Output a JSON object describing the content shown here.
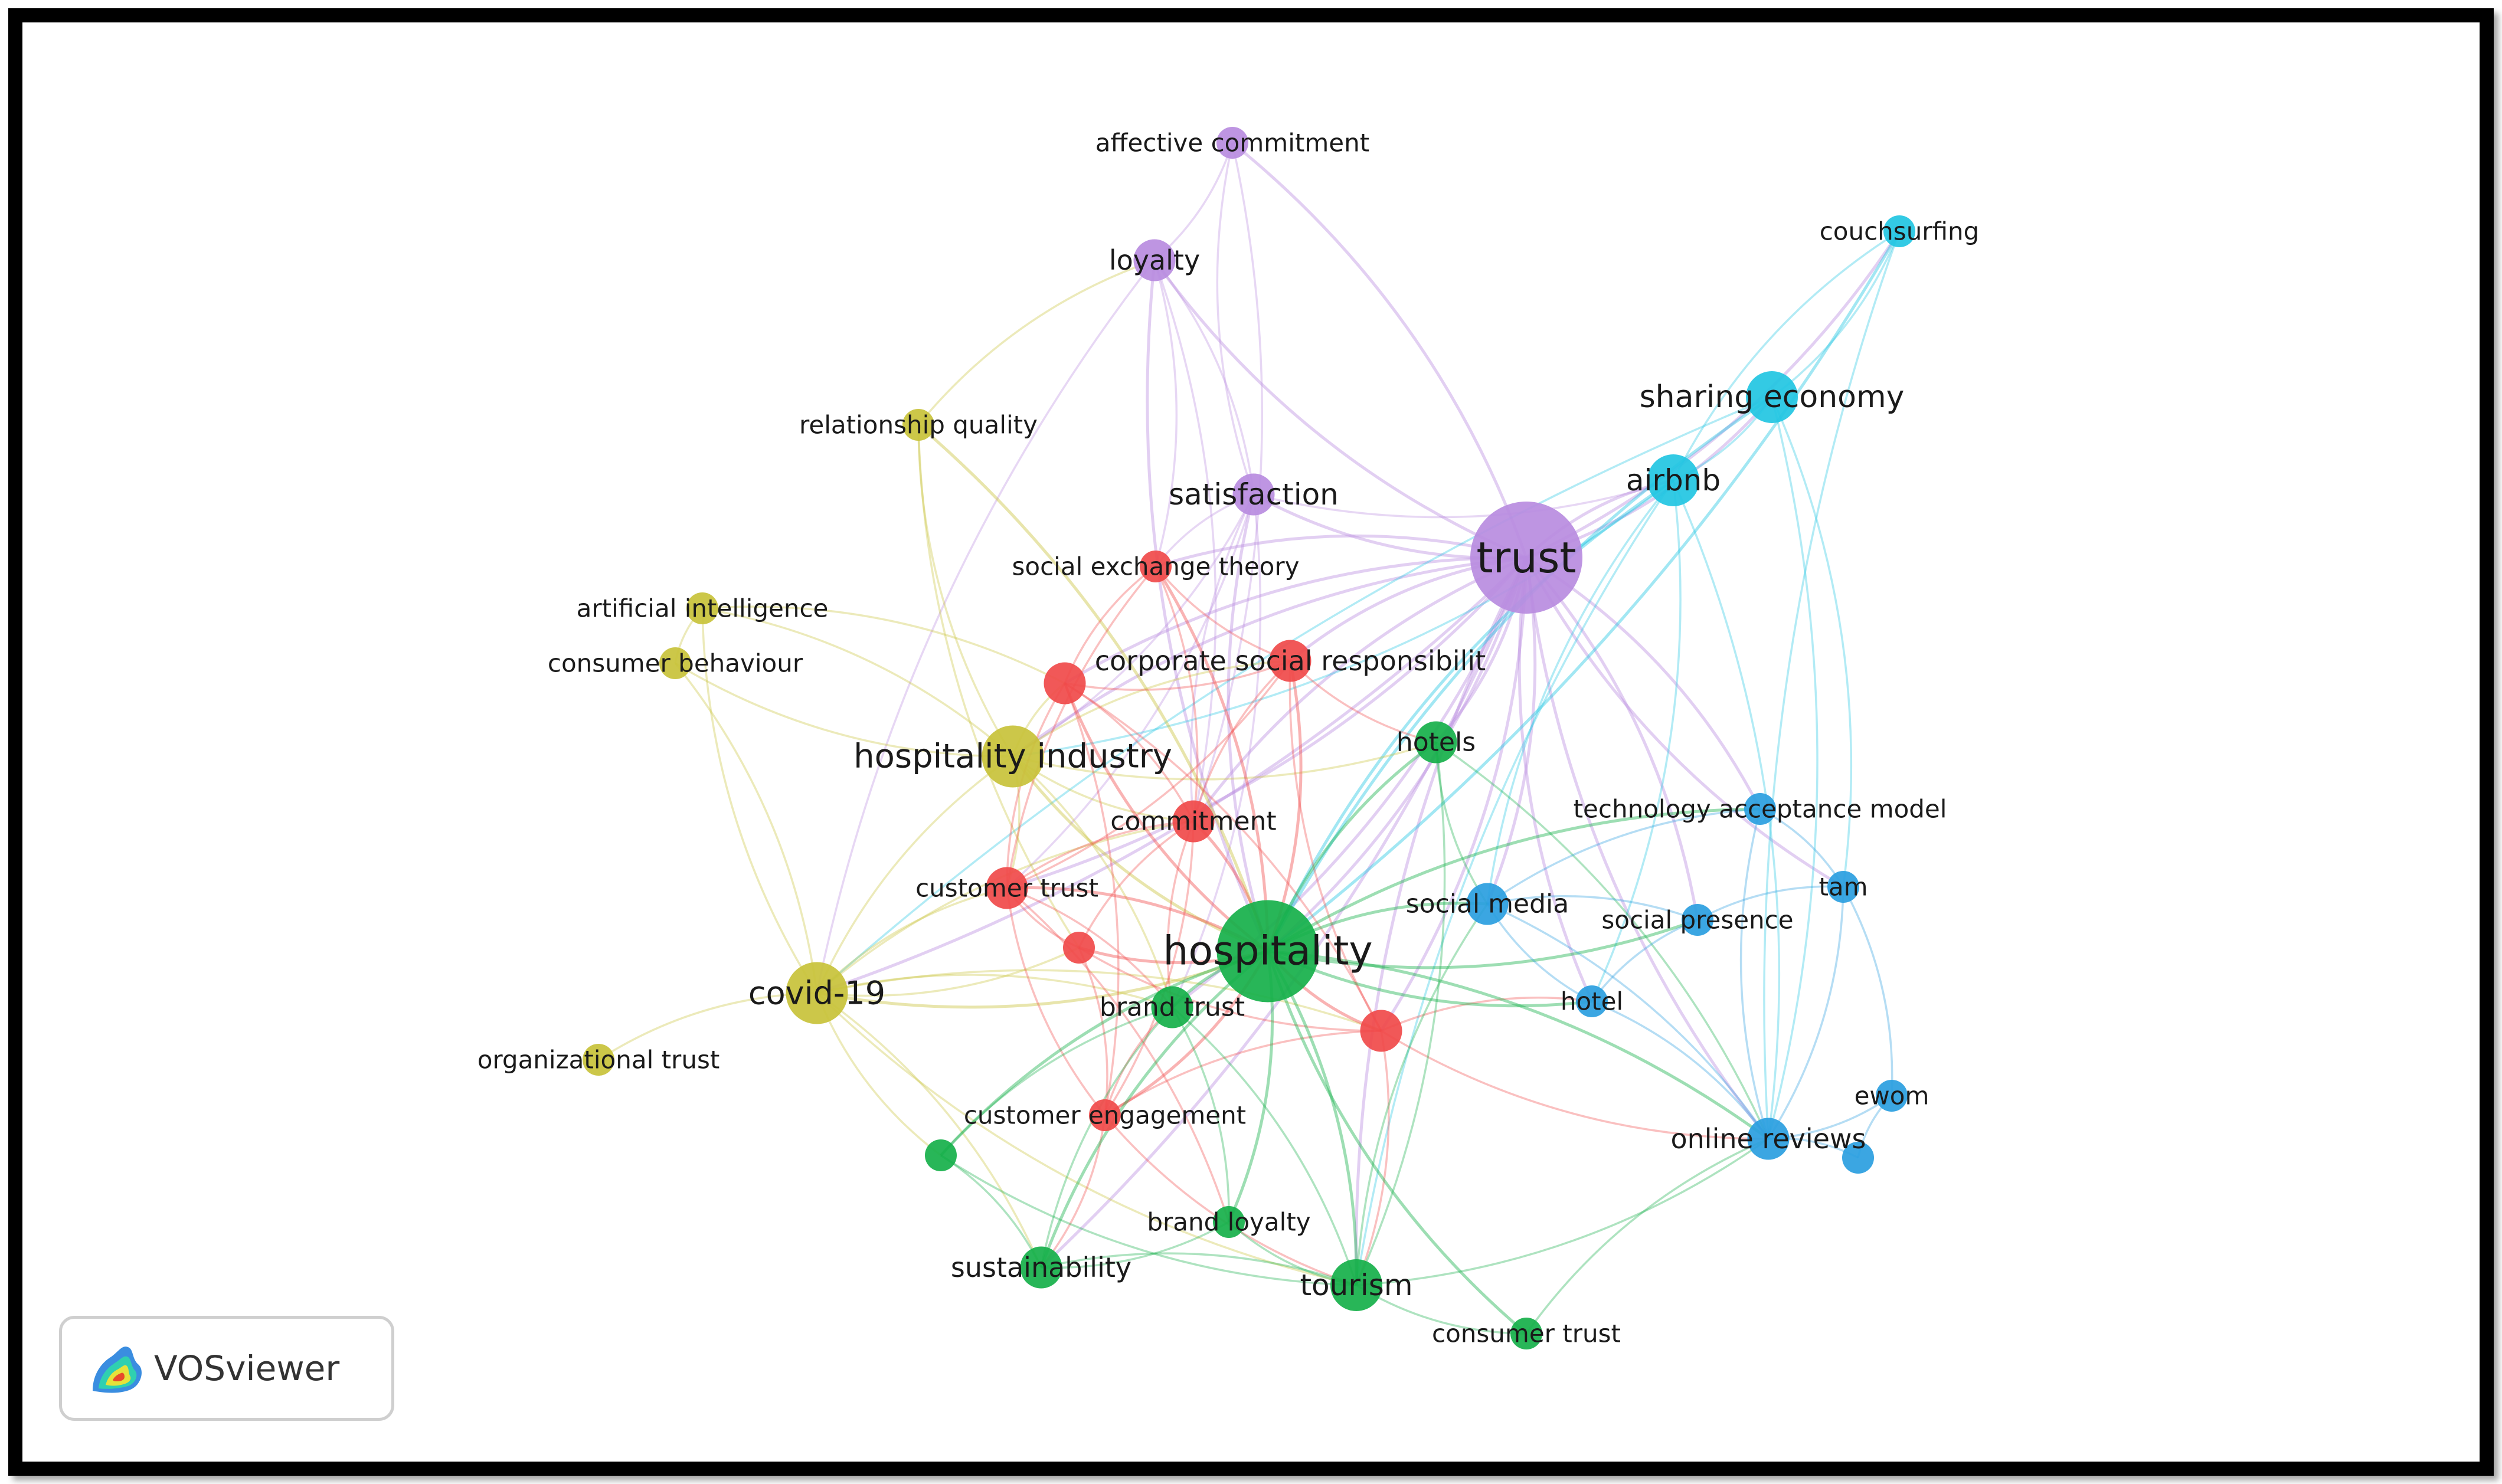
{
  "network": {
    "clusters": [
      {
        "id": "red",
        "color": "#f04a4a"
      },
      {
        "id": "green",
        "color": "#16b04a"
      },
      {
        "id": "blue",
        "color": "#2a9ee0"
      },
      {
        "id": "yellow",
        "color": "#c8c23a"
      },
      {
        "id": "purple",
        "color": "#b98ce0"
      },
      {
        "id": "cyan",
        "color": "#22c6e2"
      }
    ],
    "nodes": [
      {
        "id": "trust",
        "label": "trust",
        "cluster": "purple",
        "weight": 10
      },
      {
        "id": "loyalty",
        "label": "loyalty",
        "cluster": "purple",
        "weight": 3
      },
      {
        "id": "affective-commitment",
        "label": "affective commitment",
        "cluster": "purple",
        "weight": 2
      },
      {
        "id": "satisfaction",
        "label": "satisfaction",
        "cluster": "purple",
        "weight": 3
      },
      {
        "id": "couchsurfing",
        "label": "couchsurfing",
        "cluster": "cyan",
        "weight": 2
      },
      {
        "id": "sharing-economy",
        "label": "sharing economy",
        "cluster": "cyan",
        "weight": 4
      },
      {
        "id": "airbnb",
        "label": "airbnb",
        "cluster": "cyan",
        "weight": 4
      },
      {
        "id": "relationship-quality",
        "label": "relationship quality",
        "cluster": "yellow",
        "weight": 2
      },
      {
        "id": "artificial-intelligence",
        "label": "artificial intelligence",
        "cluster": "yellow",
        "weight": 2
      },
      {
        "id": "consumer-behaviour",
        "label": "consumer behaviour",
        "cluster": "yellow",
        "weight": 2
      },
      {
        "id": "hospitality-industry",
        "label": "hospitality industry",
        "cluster": "yellow",
        "weight": 5
      },
      {
        "id": "covid-19",
        "label": "covid-19",
        "cluster": "yellow",
        "weight": 5
      },
      {
        "id": "organizational-trust",
        "label": "organizational trust",
        "cluster": "yellow",
        "weight": 2
      },
      {
        "id": "social-exchange-theory",
        "label": "social exchange theory",
        "cluster": "red",
        "weight": 2
      },
      {
        "id": "corporate-social-responsibility",
        "label": "corporate social responsibilit",
        "cluster": "red",
        "weight": 3
      },
      {
        "id": "red-unlabeled-1",
        "label": "",
        "cluster": "red",
        "weight": 3
      },
      {
        "id": "commitment",
        "label": "commitment",
        "cluster": "red",
        "weight": 3
      },
      {
        "id": "customer-trust",
        "label": "customer trust",
        "cluster": "red",
        "weight": 3
      },
      {
        "id": "red-unlabeled-2",
        "label": "",
        "cluster": "red",
        "weight": 2
      },
      {
        "id": "red-unlabeled-3",
        "label": "",
        "cluster": "red",
        "weight": 3
      },
      {
        "id": "customer-engagement",
        "label": "customer engagement",
        "cluster": "red",
        "weight": 2
      },
      {
        "id": "hotels",
        "label": "hotels",
        "cluster": "green",
        "weight": 3
      },
      {
        "id": "hospitality",
        "label": "hospitality",
        "cluster": "green",
        "weight": 9
      },
      {
        "id": "brand-trust",
        "label": "brand trust",
        "cluster": "green",
        "weight": 3
      },
      {
        "id": "green-unlabeled-1",
        "label": "",
        "cluster": "green",
        "weight": 2
      },
      {
        "id": "brand-loyalty",
        "label": "brand loyalty",
        "cluster": "green",
        "weight": 2
      },
      {
        "id": "sustainability",
        "label": "sustainability",
        "cluster": "green",
        "weight": 3
      },
      {
        "id": "tourism",
        "label": "tourism",
        "cluster": "green",
        "weight": 4
      },
      {
        "id": "consumer-trust",
        "label": "consumer trust",
        "cluster": "green",
        "weight": 2
      },
      {
        "id": "technology-acceptance-model",
        "label": "technology acceptance model",
        "cluster": "blue",
        "weight": 2
      },
      {
        "id": "tam",
        "label": "tam",
        "cluster": "blue",
        "weight": 2
      },
      {
        "id": "social-media",
        "label": "social media",
        "cluster": "blue",
        "weight": 3
      },
      {
        "id": "social-presence",
        "label": "social presence",
        "cluster": "blue",
        "weight": 2
      },
      {
        "id": "hotel",
        "label": "hotel",
        "cluster": "blue",
        "weight": 2
      },
      {
        "id": "ewom",
        "label": "ewom",
        "cluster": "blue",
        "weight": 2
      },
      {
        "id": "online-reviews",
        "label": "online reviews",
        "cluster": "blue",
        "weight": 3
      },
      {
        "id": "blue-unlabeled-1",
        "label": "",
        "cluster": "blue",
        "weight": 2
      }
    ],
    "links": [
      [
        "trust",
        "loyalty"
      ],
      [
        "trust",
        "affective-commitment"
      ],
      [
        "trust",
        "satisfaction"
      ],
      [
        "trust",
        "sharing-economy"
      ],
      [
        "trust",
        "airbnb"
      ],
      [
        "trust",
        "couchsurfing"
      ],
      [
        "trust",
        "hospitality"
      ],
      [
        "trust",
        "hospitality-industry"
      ],
      [
        "trust",
        "covid-19"
      ],
      [
        "trust",
        "commitment"
      ],
      [
        "trust",
        "customer-trust"
      ],
      [
        "trust",
        "corporate-social-responsibility"
      ],
      [
        "trust",
        "hotels"
      ],
      [
        "trust",
        "tourism"
      ],
      [
        "trust",
        "social-media"
      ],
      [
        "trust",
        "online-reviews"
      ],
      [
        "trust",
        "technology-acceptance-model"
      ],
      [
        "trust",
        "hotel"
      ],
      [
        "trust",
        "brand-trust"
      ],
      [
        "trust",
        "red-unlabeled-1"
      ],
      [
        "trust",
        "red-unlabeled-3"
      ],
      [
        "trust",
        "social-exchange-theory"
      ],
      [
        "trust",
        "sustainability"
      ],
      [
        "trust",
        "tam"
      ],
      [
        "trust",
        "social-presence"
      ],
      [
        "loyalty",
        "affective-commitment"
      ],
      [
        "loyalty",
        "satisfaction"
      ],
      [
        "loyalty",
        "hospitality"
      ],
      [
        "loyalty",
        "commitment"
      ],
      [
        "loyalty",
        "covid-19"
      ],
      [
        "loyalty",
        "social-exchange-theory"
      ],
      [
        "affective-commitment",
        "satisfaction"
      ],
      [
        "affective-commitment",
        "commitment"
      ],
      [
        "satisfaction",
        "hospitality"
      ],
      [
        "satisfaction",
        "hospitality-industry"
      ],
      [
        "satisfaction",
        "commitment"
      ],
      [
        "satisfaction",
        "customer-trust"
      ],
      [
        "satisfaction",
        "airbnb"
      ],
      [
        "satisfaction",
        "brand-trust"
      ],
      [
        "satisfaction",
        "social-exchange-theory"
      ],
      [
        "couchsurfing",
        "sharing-economy"
      ],
      [
        "couchsurfing",
        "airbnb"
      ],
      [
        "couchsurfing",
        "hospitality"
      ],
      [
        "couchsurfing",
        "online-reviews"
      ],
      [
        "sharing-economy",
        "airbnb"
      ],
      [
        "sharing-economy",
        "hospitality"
      ],
      [
        "sharing-economy",
        "online-reviews"
      ],
      [
        "sharing-economy",
        "covid-19"
      ],
      [
        "sharing-economy",
        "tam"
      ],
      [
        "airbnb",
        "hospitality"
      ],
      [
        "airbnb",
        "online-reviews"
      ],
      [
        "airbnb",
        "tourism"
      ],
      [
        "airbnb",
        "hotel"
      ],
      [
        "airbnb",
        "social-media"
      ],
      [
        "airbnb",
        "hospitality-industry"
      ],
      [
        "relationship-quality",
        "hospitality-industry"
      ],
      [
        "relationship-quality",
        "loyalty"
      ],
      [
        "relationship-quality",
        "red-unlabeled-2"
      ],
      [
        "relationship-quality",
        "hospitality"
      ],
      [
        "artificial-intelligence",
        "consumer-behaviour"
      ],
      [
        "artificial-intelligence",
        "hospitality-industry"
      ],
      [
        "artificial-intelligence",
        "covid-19"
      ],
      [
        "artificial-intelligence",
        "red-unlabeled-1"
      ],
      [
        "consumer-behaviour",
        "hospitality-industry"
      ],
      [
        "consumer-behaviour",
        "covid-19"
      ],
      [
        "hospitality-industry",
        "covid-19"
      ],
      [
        "hospitality-industry",
        "red-unlabeled-1"
      ],
      [
        "hospitality-industry",
        "commitment"
      ],
      [
        "hospitality-industry",
        "customer-trust"
      ],
      [
        "hospitality-industry",
        "hospitality"
      ],
      [
        "hospitality-industry",
        "brand-trust"
      ],
      [
        "hospitality-industry",
        "hotels"
      ],
      [
        "hospitality-industry",
        "corporate-social-responsibility"
      ],
      [
        "covid-19",
        "organizational-trust"
      ],
      [
        "covid-19",
        "customer-trust"
      ],
      [
        "covid-19",
        "hospitality"
      ],
      [
        "covid-19",
        "brand-trust"
      ],
      [
        "covid-19",
        "red-unlabeled-2"
      ],
      [
        "covid-19",
        "red-unlabeled-3"
      ],
      [
        "covid-19",
        "tourism"
      ],
      [
        "covid-19",
        "sustainability"
      ],
      [
        "covid-19",
        "green-unlabeled-1"
      ],
      [
        "covid-19",
        "commitment"
      ],
      [
        "social-exchange-theory",
        "red-unlabeled-1"
      ],
      [
        "social-exchange-theory",
        "commitment"
      ],
      [
        "social-exchange-theory",
        "customer-trust"
      ],
      [
        "social-exchange-theory",
        "hospitality"
      ],
      [
        "social-exchange-theory",
        "corporate-social-responsibility"
      ],
      [
        "corporate-social-responsibility",
        "red-unlabeled-1"
      ],
      [
        "corporate-social-responsibility",
        "commitment"
      ],
      [
        "corporate-social-responsibility",
        "hospitality"
      ],
      [
        "corporate-social-responsibility",
        "hotels"
      ],
      [
        "corporate-social-responsibility",
        "customer-trust"
      ],
      [
        "corporate-social-responsibility",
        "red-unlabeled-3"
      ],
      [
        "red-unlabeled-1",
        "commitment"
      ],
      [
        "red-unlabeled-1",
        "customer-trust"
      ],
      [
        "red-unlabeled-1",
        "red-unlabeled-3"
      ],
      [
        "red-unlabeled-1",
        "hospitality"
      ],
      [
        "red-unlabeled-1",
        "customer-engagement"
      ],
      [
        "commitment",
        "customer-trust"
      ],
      [
        "commitment",
        "hospitality"
      ],
      [
        "commitment",
        "brand-trust"
      ],
      [
        "commitment",
        "customer-engagement"
      ],
      [
        "commitment",
        "red-unlabeled-2"
      ],
      [
        "customer-trust",
        "hospitality"
      ],
      [
        "customer-trust",
        "red-unlabeled-2"
      ],
      [
        "customer-trust",
        "brand-trust"
      ],
      [
        "customer-trust",
        "customer-engagement"
      ],
      [
        "customer-trust",
        "brand-loyalty"
      ],
      [
        "red-unlabeled-2",
        "hospitality"
      ],
      [
        "red-unlabeled-2",
        "customer-engagement"
      ],
      [
        "red-unlabeled-2",
        "red-unlabeled-3"
      ],
      [
        "red-unlabeled-3",
        "hospitality"
      ],
      [
        "red-unlabeled-3",
        "online-reviews"
      ],
      [
        "red-unlabeled-3",
        "hotel"
      ],
      [
        "red-unlabeled-3",
        "customer-engagement"
      ],
      [
        "red-unlabeled-3",
        "tourism"
      ],
      [
        "customer-engagement",
        "hospitality"
      ],
      [
        "customer-engagement",
        "brand-trust"
      ],
      [
        "customer-engagement",
        "tourism"
      ],
      [
        "customer-engagement",
        "sustainability"
      ],
      [
        "hotels",
        "hospitality"
      ],
      [
        "hotels",
        "tourism"
      ],
      [
        "hotels",
        "social-media"
      ],
      [
        "hotels",
        "online-reviews"
      ],
      [
        "hospitality",
        "brand-trust"
      ],
      [
        "hospitality",
        "tourism"
      ],
      [
        "hospitality",
        "sustainability"
      ],
      [
        "hospitality",
        "brand-loyalty"
      ],
      [
        "hospitality",
        "consumer-trust"
      ],
      [
        "hospitality",
        "social-media"
      ],
      [
        "hospitality",
        "hotel"
      ],
      [
        "hospitality",
        "online-reviews"
      ],
      [
        "hospitality",
        "green-unlabeled-1"
      ],
      [
        "hospitality",
        "technology-acceptance-model"
      ],
      [
        "hospitality",
        "social-presence"
      ],
      [
        "brand-trust",
        "brand-loyalty"
      ],
      [
        "brand-trust",
        "sustainability"
      ],
      [
        "brand-trust",
        "tourism"
      ],
      [
        "brand-trust",
        "green-unlabeled-1"
      ],
      [
        "green-unlabeled-1",
        "sustainability"
      ],
      [
        "green-unlabeled-1",
        "tourism"
      ],
      [
        "brand-loyalty",
        "sustainability"
      ],
      [
        "brand-loyalty",
        "tourism"
      ],
      [
        "sustainability",
        "tourism"
      ],
      [
        "tourism",
        "consumer-trust"
      ],
      [
        "tourism",
        "social-media"
      ],
      [
        "tourism",
        "online-reviews"
      ],
      [
        "consumer-trust",
        "online-reviews"
      ],
      [
        "technology-acceptance-model",
        "social-media"
      ],
      [
        "technology-acceptance-model",
        "tam"
      ],
      [
        "technology-acceptance-model",
        "online-reviews"
      ],
      [
        "tam",
        "online-reviews"
      ],
      [
        "tam",
        "social-presence"
      ],
      [
        "social-media",
        "social-presence"
      ],
      [
        "social-media",
        "hotel"
      ],
      [
        "social-media",
        "online-reviews"
      ],
      [
        "social-presence",
        "hotel"
      ],
      [
        "hotel",
        "online-reviews"
      ],
      [
        "online-reviews",
        "ewom"
      ],
      [
        "online-reviews",
        "blue-unlabeled-1"
      ],
      [
        "ewom",
        "blue-unlabeled-1"
      ],
      [
        "tam",
        "ewom"
      ]
    ]
  },
  "logo": {
    "text": "VOSviewer"
  }
}
